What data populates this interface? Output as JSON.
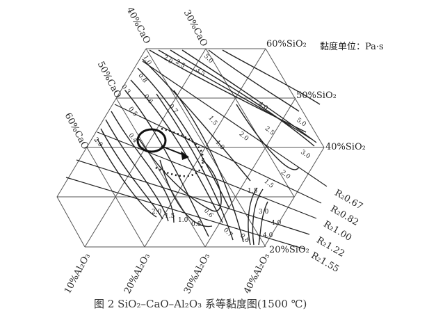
{
  "figure": {
    "unit_note": "黏度单位：Pa·s",
    "caption": "图 2   SiO₂–CaO–Al₂O₃ 系等黏度图(1500 ℃)",
    "sio2_labels": [
      "60%SiO₂",
      "50%SiO₂",
      "40%SiO₂",
      "20%SiO₂"
    ],
    "cao_labels": [
      "40%CaO",
      "30%CaO",
      "50%CaO",
      "60%CaO"
    ],
    "al2o3_labels": [
      "10%Al₂O₃",
      "20%Al₂O₃",
      "30%Al₂O₃",
      "40%Al₂O₃"
    ],
    "basicity_lines": [
      "R₂0.67",
      "R₂0.82",
      "R₂1.00",
      "R₂1.22",
      "R₂1.55"
    ],
    "contour_values": [
      "1.0",
      "2.0",
      "2.5",
      "5.0",
      "3.5",
      "0.8",
      "0.3",
      "0.6",
      "0.5",
      "0.7",
      "4.0",
      "5.0",
      "1.5",
      "2.5",
      "2.0",
      "1.0",
      "3.0",
      "0.4",
      "2.0",
      "2.0",
      "1.5",
      "1.0",
      "0.8",
      "0.6",
      "0.7",
      "0.8",
      "1.5",
      "3.0",
      "4.0",
      "4.0",
      "2.0",
      "1.5"
    ]
  }
}
